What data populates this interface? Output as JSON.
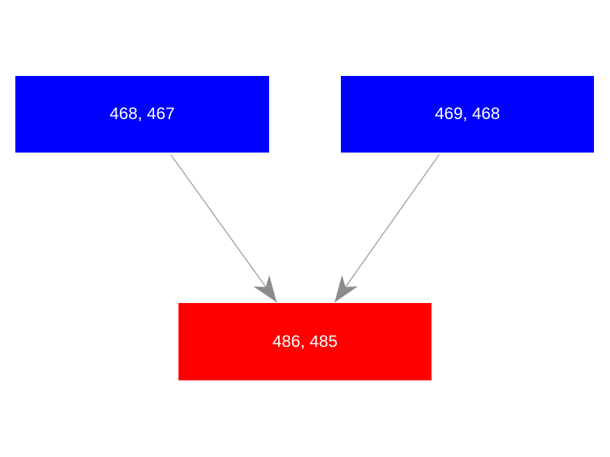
{
  "diagram": {
    "background_color": "#ffffff",
    "edge_color": "#999999",
    "arrowhead_color": "#8c8c8c",
    "nodes": [
      {
        "id": "node-left",
        "label": "468, 467",
        "fill_color": "#0000ff",
        "text_color": "#ffffff"
      },
      {
        "id": "node-right",
        "label": "469, 468",
        "fill_color": "#0000ff",
        "text_color": "#ffffff"
      },
      {
        "id": "node-bottom",
        "label": "486, 485",
        "fill_color": "#ff0000",
        "text_color": "#ffffff"
      }
    ],
    "edges": [
      {
        "from": "node-left",
        "to": "node-bottom"
      },
      {
        "from": "node-right",
        "to": "node-bottom"
      }
    ]
  }
}
